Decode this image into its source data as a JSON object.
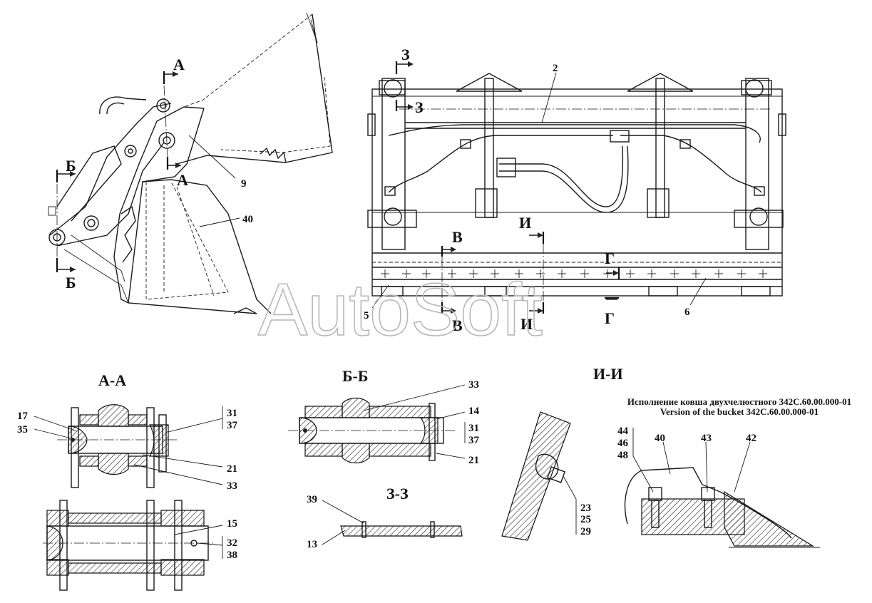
{
  "watermark": "AutoSoft",
  "section_titles": {
    "aa": "А-А",
    "bb": "Б-Б",
    "zz": "З-З",
    "ii": "И-И"
  },
  "version_note": {
    "ru": "Исполнение ковша двухчелюстного 342С.60.00.000-01",
    "en": "Version of the bucket 342С.60.00.000-01"
  },
  "cut_markers": {
    "a_top": "А",
    "a_bottom": "А",
    "b_top": "Б",
    "b_bottom": "Б",
    "z_top": "З",
    "z_mid": "З",
    "v_top": "В",
    "v_bottom": "В",
    "i_top": "И",
    "i_bottom": "И",
    "g_top": "Г",
    "g_bottom": "Г"
  },
  "callouts": {
    "side_view": {
      "n9": "9",
      "n40": "40"
    },
    "front_view": {
      "n2": "2",
      "n5": "5",
      "n6": "6"
    },
    "aa": {
      "n17": "17",
      "n35": "35",
      "n31": "31",
      "n37": "37",
      "n21": "21",
      "n33": "33",
      "n15": "15",
      "n32": "32",
      "n38": "38"
    },
    "bb": {
      "n33": "33",
      "n14": "14",
      "n31": "31",
      "n37": "37",
      "n21": "21"
    },
    "zz": {
      "n39": "39",
      "n13": "13"
    },
    "ii": {
      "n23": "23",
      "n25": "25",
      "n29": "29"
    },
    "version": {
      "n44": "44",
      "n46": "46",
      "n48": "48",
      "n40": "40",
      "n43": "43",
      "n42": "42"
    }
  }
}
